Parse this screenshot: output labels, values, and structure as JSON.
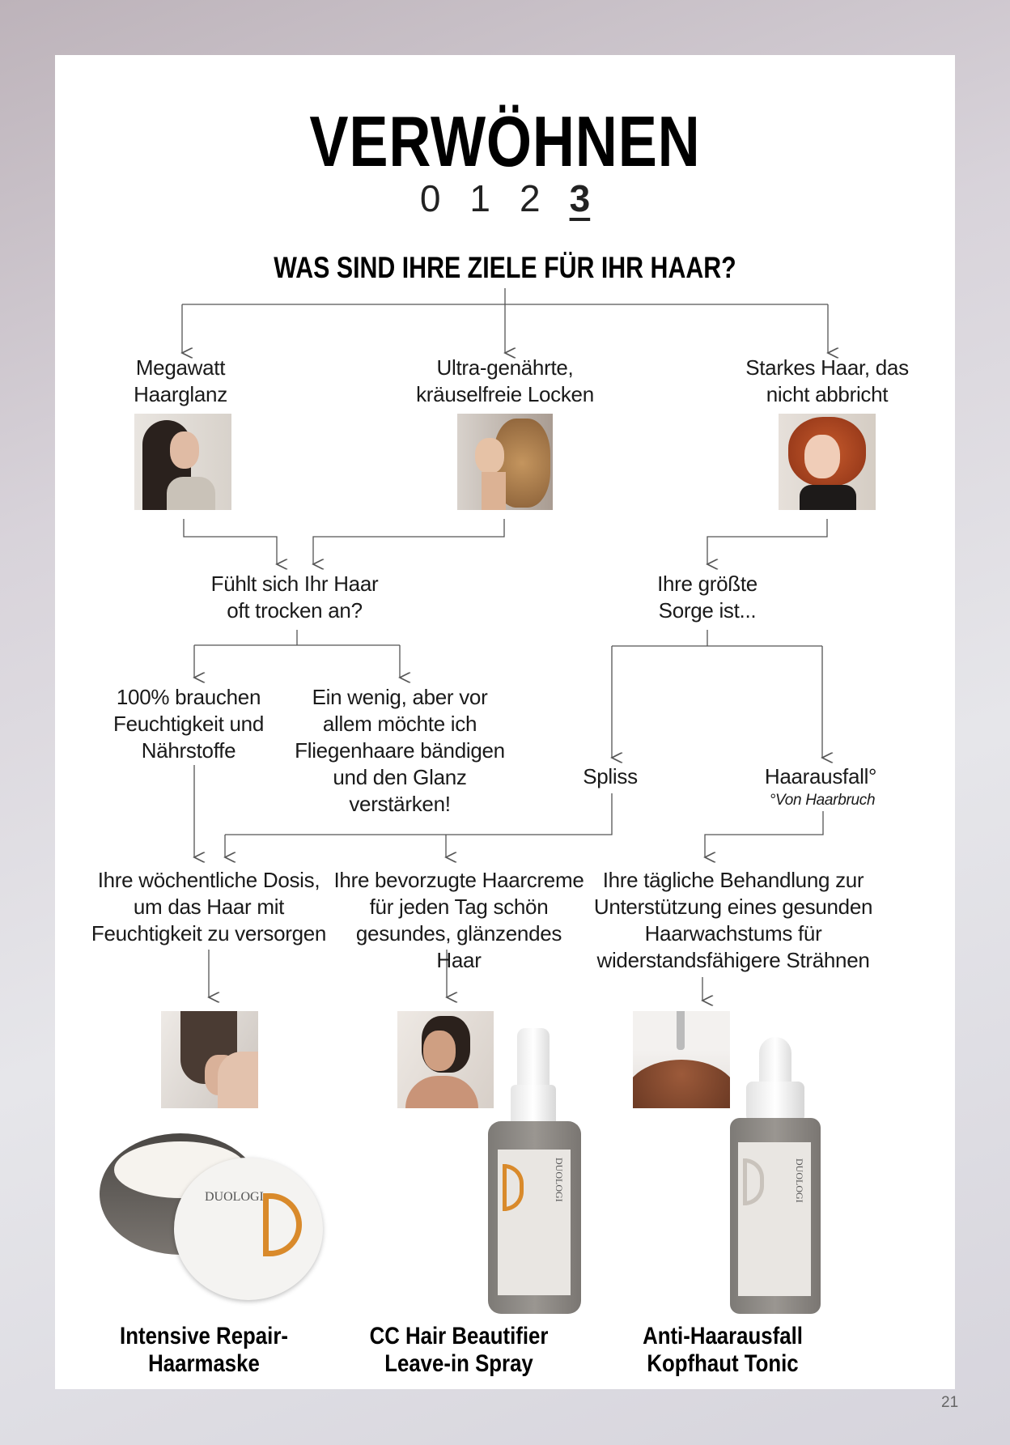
{
  "header": {
    "title": "VERWÖHNEN",
    "steps": [
      "0",
      "1",
      "2",
      "3"
    ],
    "active_step": "3",
    "question": "WAS SIND IHRE ZIELE FÜR IHR HAAR?"
  },
  "goals": [
    {
      "label": "Megawatt\nHaarglanz"
    },
    {
      "label": "Ultra-genährte,\nkräuselfreie Locken"
    },
    {
      "label": "Starkes Haar, das\nnicht abbricht"
    }
  ],
  "questions": {
    "dry": "Fühlt sich Ihr Haar\noft trocken an?",
    "concern": "Ihre größte\nSorge ist..."
  },
  "answers": {
    "full": "100% brauchen\nFeuchtigkeit und\nNährstoffe",
    "little": "Ein wenig, aber vor\nallem möchte ich\nFliegenhaare bändigen\nund den Glanz\nverstärken!",
    "spliss": "Spliss",
    "hairloss": "Haarausfall°",
    "hairloss_note": "°Von Haarbruch"
  },
  "recommendations": [
    "Ihre wöchentliche Dosis,\num das Haar mit\nFeuchtigkeit zu versorgen",
    "Ihre bevorzugte Haarcreme\nfür jeden Tag schön\ngesundes, glänzendes Haar",
    "Ihre tägliche Behandlung zur\nUnterstützung eines gesunden\nHaarwachstums für\nwiderstandsfähigere Strähnen"
  ],
  "products": [
    {
      "name": "Intensive Repair-\nHaarmaske",
      "brand": "DUOLOGI"
    },
    {
      "name": "CC Hair Beautifier\nLeave-in Spray",
      "brand": "DUOLOGI"
    },
    {
      "name": "Anti-Haarausfall\nKopfhaut Tonic",
      "brand": "DUOLOGI"
    }
  ],
  "page_number": "21",
  "colors": {
    "accent": "#d98a2b",
    "bottle": "#8d8a86",
    "line": "#555555"
  }
}
